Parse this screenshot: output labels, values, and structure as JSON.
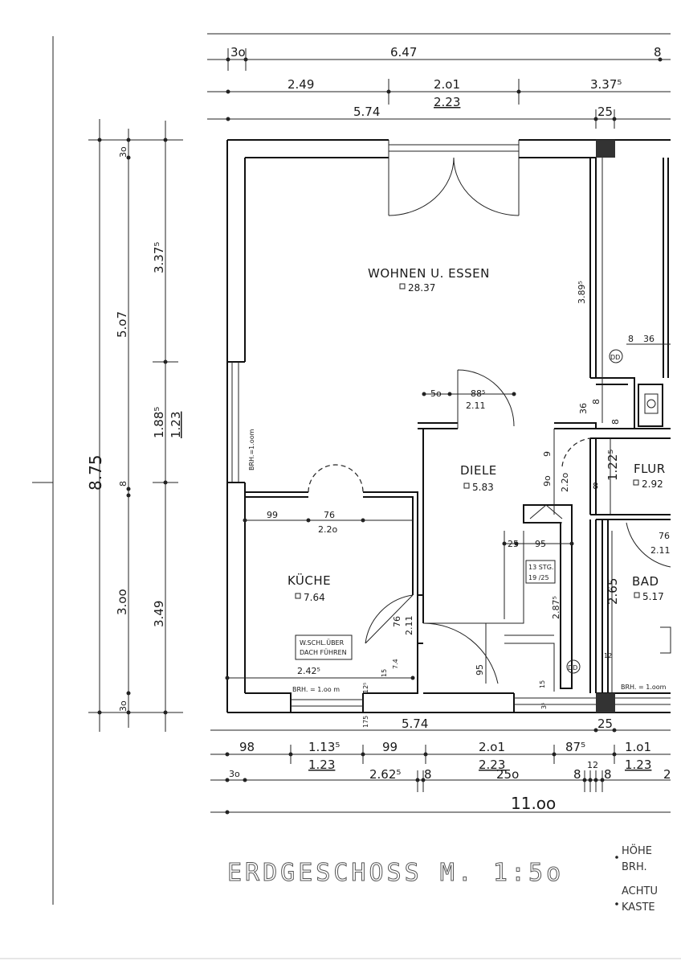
{
  "rooms": {
    "wohnen": {
      "name": "WOHNEN U. ESSEN",
      "area": "28.37"
    },
    "diele": {
      "name": "DIELE",
      "area": "5.83"
    },
    "kueche": {
      "name": "KÜCHE",
      "area": "7.64"
    },
    "flur": {
      "name": "FLUR",
      "area": "2.92"
    },
    "bad": {
      "name": "BAD",
      "area": "5.17"
    }
  },
  "top_dims": {
    "row1": [
      "3o",
      "6.47",
      "8"
    ],
    "row2": [
      "2.49",
      "2.o1",
      "2.23",
      "3.37⁵"
    ],
    "row3": [
      "5.74",
      "25"
    ]
  },
  "left_dims": {
    "total": "8.75",
    "a": [
      "3o",
      "3.37⁵",
      "5.o7",
      "1.88⁵",
      "1.23",
      "8",
      "3.oo",
      "3.49",
      "3o"
    ]
  },
  "interior_dims": {
    "d389": "3.89⁵",
    "d8_36": [
      "8",
      "36"
    ],
    "d5o": "5o",
    "d885": "88⁵",
    "d211": "2.11",
    "d36": "36",
    "d8a": "8",
    "d8b": "8",
    "d8c": "8",
    "d9": "9",
    "d9o": "9o",
    "d22o": "2.2o",
    "d1225": "1.22⁵",
    "d99": "99",
    "d76": "76",
    "d22o_b": "2.2o",
    "d25": "25",
    "d95": "95",
    "stair1": "13 STG.",
    "stair2": "19 /25",
    "d2875": "2.87⁵",
    "d265": "2.65",
    "d76b": "76",
    "d211b": "2.11",
    "d76c": "76",
    "d211c": "2.11",
    "d95b": "95",
    "d2425": "2.42⁵",
    "d12": "12",
    "d15": "15",
    "d125": "12⁵",
    "d74": "7.4",
    "d15b": "15",
    "d3": "3⁵"
  },
  "notes": {
    "brh_left": "BRH.=1.oom",
    "brh_bottom": "BRH. = 1.oo m",
    "brh_bad": "BRH. = 1.oom",
    "wschl1": "W.SCHL.ÜBER",
    "wschl2": "DACH FÜHREN",
    "dd": "DD"
  },
  "bottom_dims": {
    "row0": [
      "5.74",
      "175",
      "25"
    ],
    "row1": [
      "98",
      "1.13⁵",
      "99",
      "2.o1",
      "87⁵",
      "1.o1"
    ],
    "row1b": [
      "1.23",
      "2.23",
      "1.23"
    ],
    "row2": [
      "3o",
      "2.62⁵",
      "8",
      "25o",
      "8",
      "12",
      "8",
      "2"
    ],
    "total": "11.oo"
  },
  "title": "ERDGESCHOSS   M. 1:5o",
  "legend": {
    "l1": "HÖHE",
    "l2": "BRH.",
    "l3": "ACHTU",
    "l4": "KASTE"
  }
}
